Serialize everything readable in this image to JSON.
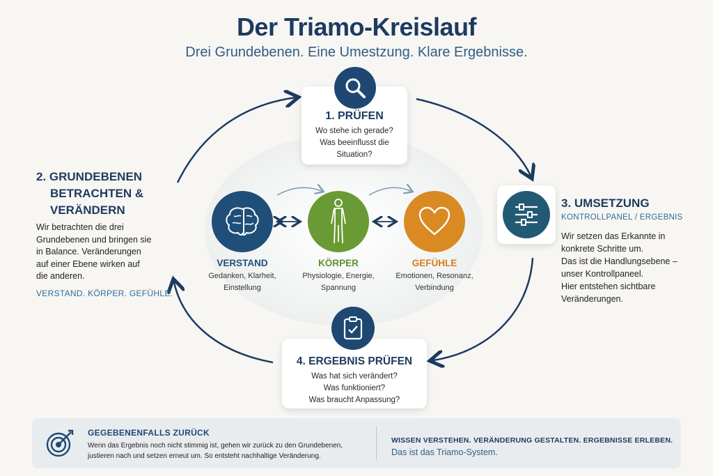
{
  "title": "Der Triamo-Kreislauf",
  "subtitle": "Drei Grundebenen. Eine Umestzung. Klare Ergebnisse.",
  "step1": {
    "title": "1. PRÜFEN",
    "lines": [
      "Wo stehe ich gerade?",
      "Was beeinflusst die",
      "Situation?"
    ],
    "icon": "magnifier-icon"
  },
  "step2": {
    "title_lines": [
      "2. GRUNDEBENEN",
      "BETRACHTEN &",
      "VERÄNDERN"
    ],
    "text_lines": [
      "Wir betrachten die drei",
      "Grundebenen und bringen sie",
      "in Balance. Veränderungen",
      "auf einer Ebene wirken auf",
      "die anderen."
    ],
    "levels": "VERSTAND. KÖRPER. GEFÜHLE."
  },
  "step3": {
    "title": "3. UMSETZUNG",
    "subtitle": "KONTROLLPANEL / ERGEBNIS",
    "text_lines": [
      "Wir setzen das Erkannte in",
      "konkrete Schritte um.",
      "Das ist die Handlungsebene –",
      "unser Kontrollpaneel.",
      "Hier entstehen sichtbare",
      "Veränderungen."
    ],
    "icon": "sliders-icon"
  },
  "step4": {
    "title": "4. ERGEBNIS PRÜFEN",
    "lines": [
      "Was hat sich verändert?",
      "Was funktioniert?",
      "Was braucht Anpassung?"
    ],
    "icon": "clipboard-check-icon"
  },
  "levels": [
    {
      "name": "VERSTAND",
      "desc": [
        "Gedanken, Klarheit,",
        "Einstellung"
      ],
      "color": "#1f4e79",
      "icon": "brain-icon"
    },
    {
      "name": "KÖRPER",
      "desc": [
        "Physiologie, Energie,",
        "Spannung"
      ],
      "color": "#6a9a34",
      "icon": "body-icon"
    },
    {
      "name": "GEFÜHLE",
      "desc": [
        "Emotionen, Resonanz,",
        "Verbindung"
      ],
      "color": "#d98a23",
      "icon": "heart-icon"
    }
  ],
  "footer": {
    "heading": "GEGEBENENFALLS ZURÜCK",
    "text_lines": [
      "Wenn das Ergebnis noch nicht stimmig ist, gehen wir zurück zu den Grundebenen,",
      "justieren nach und setzen erneut um. So entsteht nachhaltige Veränderung."
    ],
    "slogan": "WISSEN VERSTEHEN. VERÄNDERUNG GESTALTEN. ERGEBNISSE ERLEBEN.",
    "tagline": "Das ist das Triamo-System.",
    "icon": "target-icon"
  }
}
